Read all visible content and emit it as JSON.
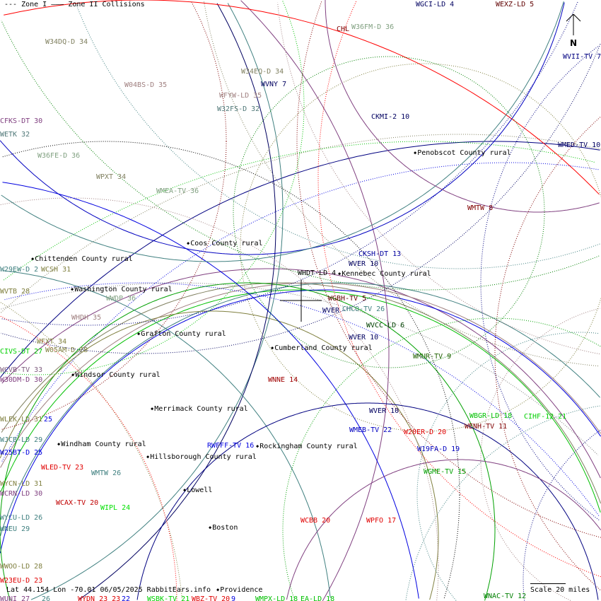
{
  "legend": {
    "zone1": "--- Zone I",
    "zone2": "——— Zone II Collisions"
  },
  "footer": {
    "status": "Lat 44.154 Lon -70.01 06/05/2025 RabbitEars.info"
  },
  "scale": {
    "label": "Scale 20 miles"
  },
  "north_arrow": {
    "label": "N"
  },
  "crosshair": {
    "lat": 44.154,
    "lon": -70.01
  },
  "stations": [
    {
      "text": "W34DQ-D 34",
      "color": "#808060"
    },
    {
      "text": "W04BS-D 35",
      "color": "#a08080"
    },
    {
      "text": "W34EQ-D 34",
      "color": "#808060"
    },
    {
      "text": "WVNY 7",
      "color": "#000060"
    },
    {
      "text": "WFYW-LD 35",
      "color": "#a08080"
    },
    {
      "text": "W32FS-D 32",
      "color": "#507878"
    },
    {
      "text": "CFKS-DT 30",
      "color": "#804080"
    },
    {
      "text": "WETK 32",
      "color": "#507878"
    },
    {
      "text": "W36FE-D 36",
      "color": "#80a080"
    },
    {
      "text": "WPXT 34",
      "color": "#808060"
    },
    {
      "text": "WMEA-TV 36",
      "color": "#80a080"
    },
    {
      "text": "CHL",
      "color": "#800000"
    },
    {
      "text": "W36FM-D 36",
      "color": "#80a080"
    },
    {
      "text": "WGCI-LD 4",
      "color": "#000060"
    },
    {
      "text": "WEXZ-LD 5",
      "color": "#600000"
    },
    {
      "text": "WVII-TV 7",
      "color": "#000080"
    },
    {
      "text": "CKMI-2 10",
      "color": "#000060"
    },
    {
      "text": "WMED-TV 10",
      "color": "#000060"
    },
    {
      "text": "WMTW 8",
      "color": "#800000"
    },
    {
      "text": "W29EW-D 2",
      "color": "#408080"
    },
    {
      "text": "WCSH 31",
      "color": "#808040"
    },
    {
      "text": "WVTB 28",
      "color": "#808040"
    },
    {
      "text": "WWDP 36",
      "color": "#80a080"
    },
    {
      "text": "WHDH 35",
      "color": "#a08080"
    },
    {
      "text": "WFXT 34",
      "color": "#808040"
    },
    {
      "text": "W05AM-D 28",
      "color": "#808040"
    },
    {
      "text": "CIVS-DT 27",
      "color": "#00d000"
    },
    {
      "text": "WCVB-TV 33",
      "color": "#806080"
    },
    {
      "text": "W30DM-D 30",
      "color": "#804080"
    },
    {
      "text": "WNNE 14",
      "color": "#a00000"
    },
    {
      "text": "CKSH-DT 13",
      "color": "#0000a0"
    },
    {
      "text": "WVER 10",
      "color": "#000060"
    },
    {
      "text": "WHDT-LD 4",
      "color": "#000000"
    },
    {
      "text": "WGBH-TV 5",
      "color": "#600000"
    },
    {
      "text": "WVER",
      "color": "#000060"
    },
    {
      "text": "CHCO-TV 26",
      "color": "#408080"
    },
    {
      "text": "WVCC-LD 6",
      "color": "#004000"
    },
    {
      "text": "WVER 10",
      "color": "#000060"
    },
    {
      "text": "WMUR-TV 9",
      "color": "#206000"
    },
    {
      "text": "WVER 10",
      "color": "#000060"
    },
    {
      "text": "WMEB-TV 22",
      "color": "#0000c0"
    },
    {
      "text": "W20ER-D 20",
      "color": "#e00000"
    },
    {
      "text": "W19FA-D 19",
      "color": "#0000c0"
    },
    {
      "text": "WBGR-LD 18",
      "color": "#00c000"
    },
    {
      "text": "WENH-TV 11",
      "color": "#800000"
    },
    {
      "text": "CIHF-12 21",
      "color": "#00d000"
    },
    {
      "text": "WGME-TV 15",
      "color": "#00a000"
    },
    {
      "text": "WCBB 20",
      "color": "#e00000"
    },
    {
      "text": "WPFO 17",
      "color": "#e00000"
    },
    {
      "text": "WNAC-TV 12",
      "color": "#008000"
    },
    {
      "text": "WLEK-LD 31",
      "color": "#808040"
    },
    {
      "text": "25",
      "color": "#0000e0"
    },
    {
      "text": "WJCB-LD 29",
      "color": "#408080"
    },
    {
      "text": "W25BT-D 25",
      "color": "#0000e0"
    },
    {
      "text": "RWFFF-TV 16",
      "color": "#0000e0"
    },
    {
      "text": "WLED-TV 23",
      "color": "#e00000"
    },
    {
      "text": "WMTW 26",
      "color": "#408080"
    },
    {
      "text": "WYCN-LD 31",
      "color": "#808040"
    },
    {
      "text": "WCRN-LD 30",
      "color": "#804080"
    },
    {
      "text": "WCAX-TV 20",
      "color": "#c00000"
    },
    {
      "text": "WIPL 24",
      "color": "#00e000"
    },
    {
      "text": "WYCU-LD 26",
      "color": "#408080"
    },
    {
      "text": "WNEU 29",
      "color": "#408080"
    },
    {
      "text": "WWOO-LD 28",
      "color": "#808040"
    },
    {
      "text": "W23EU-D 23",
      "color": "#e00000"
    },
    {
      "text": "WUNI 27",
      "color": "#804080"
    },
    {
      "text": "26",
      "color": "#408080"
    },
    {
      "text": "WYDN 23 23",
      "color": "#e00000"
    },
    {
      "text": "22",
      "color": "#0000e0"
    },
    {
      "text": "WSBK-TV 21",
      "color": "#00d000"
    },
    {
      "text": "WBZ-TV 20",
      "color": "#e00000"
    },
    {
      "text": "9",
      "color": "#0000e0"
    },
    {
      "text": "WMPX-LD 18",
      "color": "#00c000"
    },
    {
      "text": "EA-LD 18",
      "color": "#00c000"
    }
  ],
  "places": [
    "Penobscot County rural",
    "Coos County rural",
    "Chittenden County rural",
    "Kennebec County rural",
    "Washington County rural",
    "Grafton County rural",
    "Cumberland County rural",
    "Windsor County rural",
    "Merrimack County rural",
    "Windham County rural",
    "Rockingham County rural",
    "Hillsborough County rural",
    "Lowell",
    "Boston",
    "Providence"
  ]
}
